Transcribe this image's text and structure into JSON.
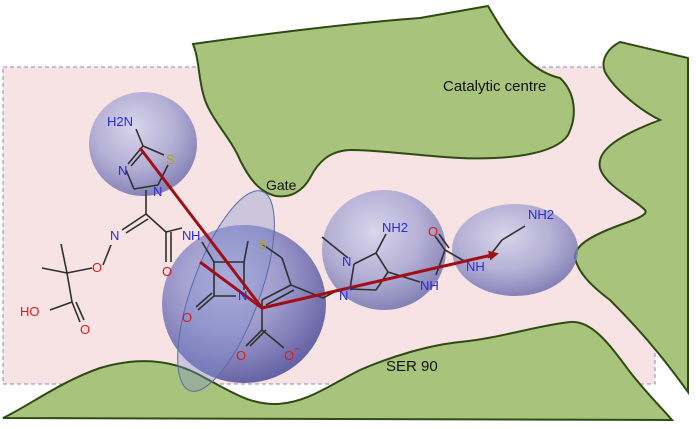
{
  "labels": {
    "catalytic_centre": "Catalytic centre",
    "gate": "Gate",
    "ser90": "SER 90"
  },
  "atoms": {
    "h2n_top": "H2N",
    "s_thiadiazole": "S",
    "n_thiadiazole_1": "N",
    "n_thiadiazole_2": "N",
    "n_oxime": "N",
    "o_oxime": "O",
    "ho": "HO",
    "o_acid": "O",
    "o_amide": "O",
    "nh_amide": "N",
    "h_amide": "H",
    "s_cephem": "S",
    "n_cephem": "N",
    "o_lactam": "O",
    "o_carboxylate": "O",
    "n_pyrazole_1": "N",
    "n_pyrazole_2": "N",
    "nh2_pyrazole": "NH2",
    "nh_urea_1": "NH",
    "o_urea": "O",
    "nh_urea_2": "NH",
    "nh2_end": "NH2",
    "charge_plus": "+",
    "charge_minus": "−"
  },
  "colors": {
    "protein_fill": "#a8c47c",
    "protein_stroke": "#2f4a14",
    "pocket_fill": "#f7e3e3",
    "pocket_border": "#8a8ab8",
    "sphere": "#8e8ec6",
    "gate": "#7b8fcf",
    "arrow": "#a10f16",
    "bond": "#303030",
    "nitrogen": "#2a2ad0",
    "oxygen": "#e01818",
    "sulfur": "#b8a000"
  }
}
